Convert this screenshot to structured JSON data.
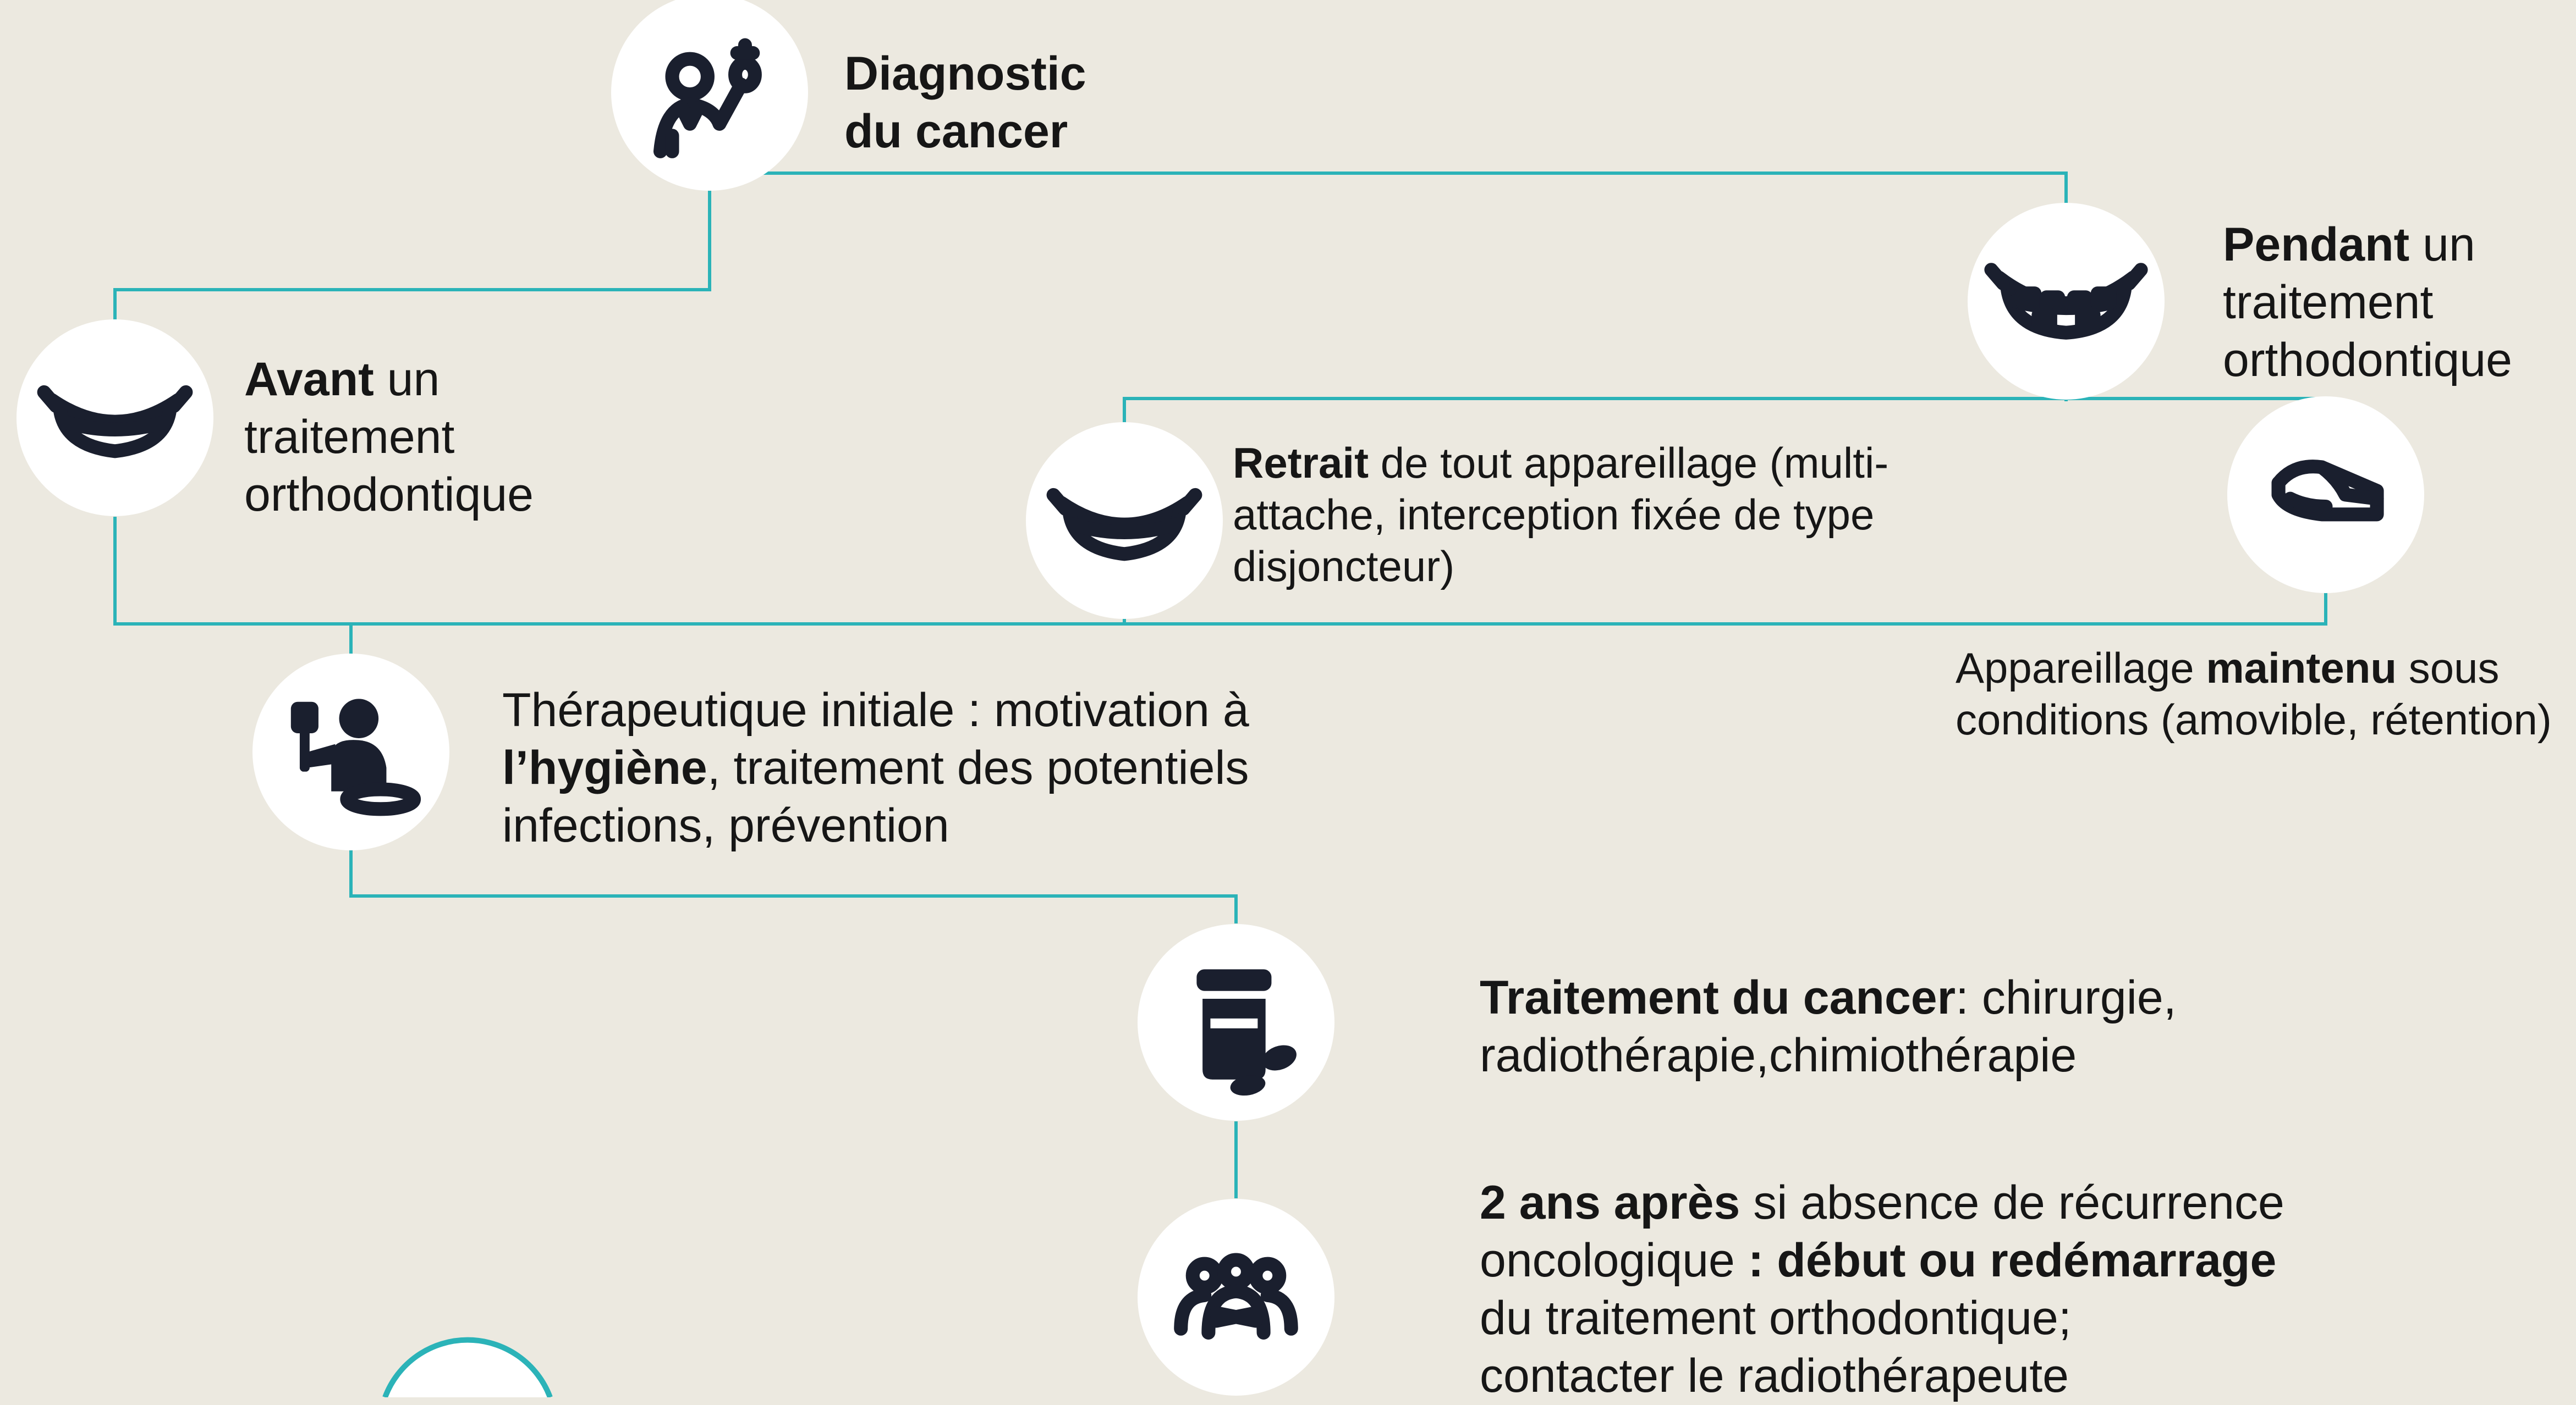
{
  "colors": {
    "background": "#ece9e0",
    "connector": "#2bb3b8",
    "node": "#ffffff",
    "icon": "#1a1f2e",
    "text": "#161616"
  },
  "nodes": {
    "diagnostic": {
      "icon": "doctor-icon",
      "bold1": "Diagnostic",
      "bold2": "du cancer"
    },
    "avant": {
      "icon": "smile-icon",
      "bold": "Avant",
      "rest": " un",
      "line2": "traitement",
      "line3": "orthodontique"
    },
    "pendant": {
      "icon": "braces-icon",
      "bold": "Pendant",
      "rest": " un",
      "line2": "traitement",
      "line3": "orthodontique"
    },
    "retrait": {
      "icon": "smile-icon",
      "bold": "Retrait",
      "rest": " de tout appareillage (multi-",
      "line2": "attache, interception fixée de type",
      "line3": "disjoncteur)"
    },
    "appareillage": {
      "icon": "retainer-icon",
      "pre": "Appareillage ",
      "bold": "maintenu",
      "post": " sous",
      "line2": "conditions (amovible, rétention)"
    },
    "therapeutique": {
      "icon": "hygiene-icon",
      "line1": "Thérapeutique initiale : motivation à",
      "bold": "l’hygiène",
      "rest": ", traitement des potentiels",
      "line3": "infections, prévention"
    },
    "traitement": {
      "icon": "medication-icon",
      "bold": "Traitement du cancer",
      "rest": ": chirurgie,",
      "line2": "radiothérapie,chimiothérapie"
    },
    "deux_ans": {
      "icon": "team-icon",
      "bold": "2 ans après",
      "rest": " si absence de récurrence",
      "line2a": "oncologique ",
      "line2b": ": début ou redémarrage",
      "line3": "du traitement orthodontique;",
      "line4": "contacter le radiothérapeute"
    }
  }
}
